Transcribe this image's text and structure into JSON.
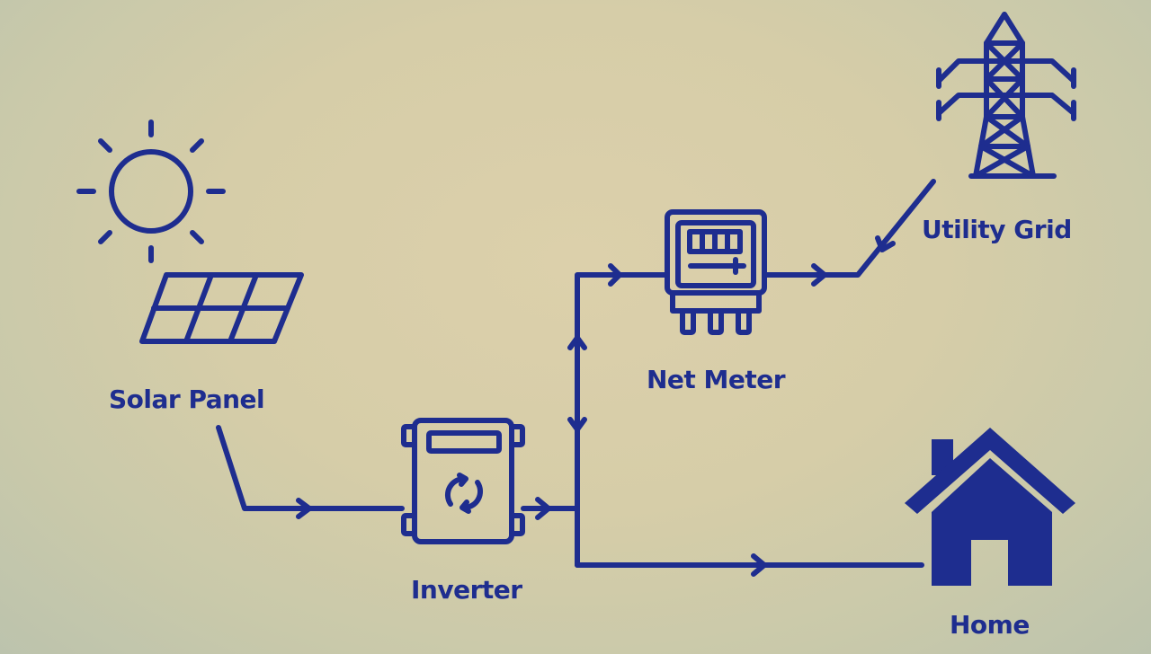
{
  "colors": {
    "ink": "#1e2d8f"
  },
  "nodes": {
    "solar_panel": {
      "label": "Solar Panel",
      "icon": "solar-panel-icon"
    },
    "sun": {
      "icon": "sun-icon"
    },
    "inverter": {
      "label": "Inverter",
      "icon": "inverter-icon"
    },
    "net_meter": {
      "label": "Net Meter",
      "icon": "net-meter-icon"
    },
    "utility_grid": {
      "label": "Utility Grid",
      "icon": "transmission-tower-icon"
    },
    "home": {
      "label": "Home",
      "icon": "house-icon"
    }
  }
}
